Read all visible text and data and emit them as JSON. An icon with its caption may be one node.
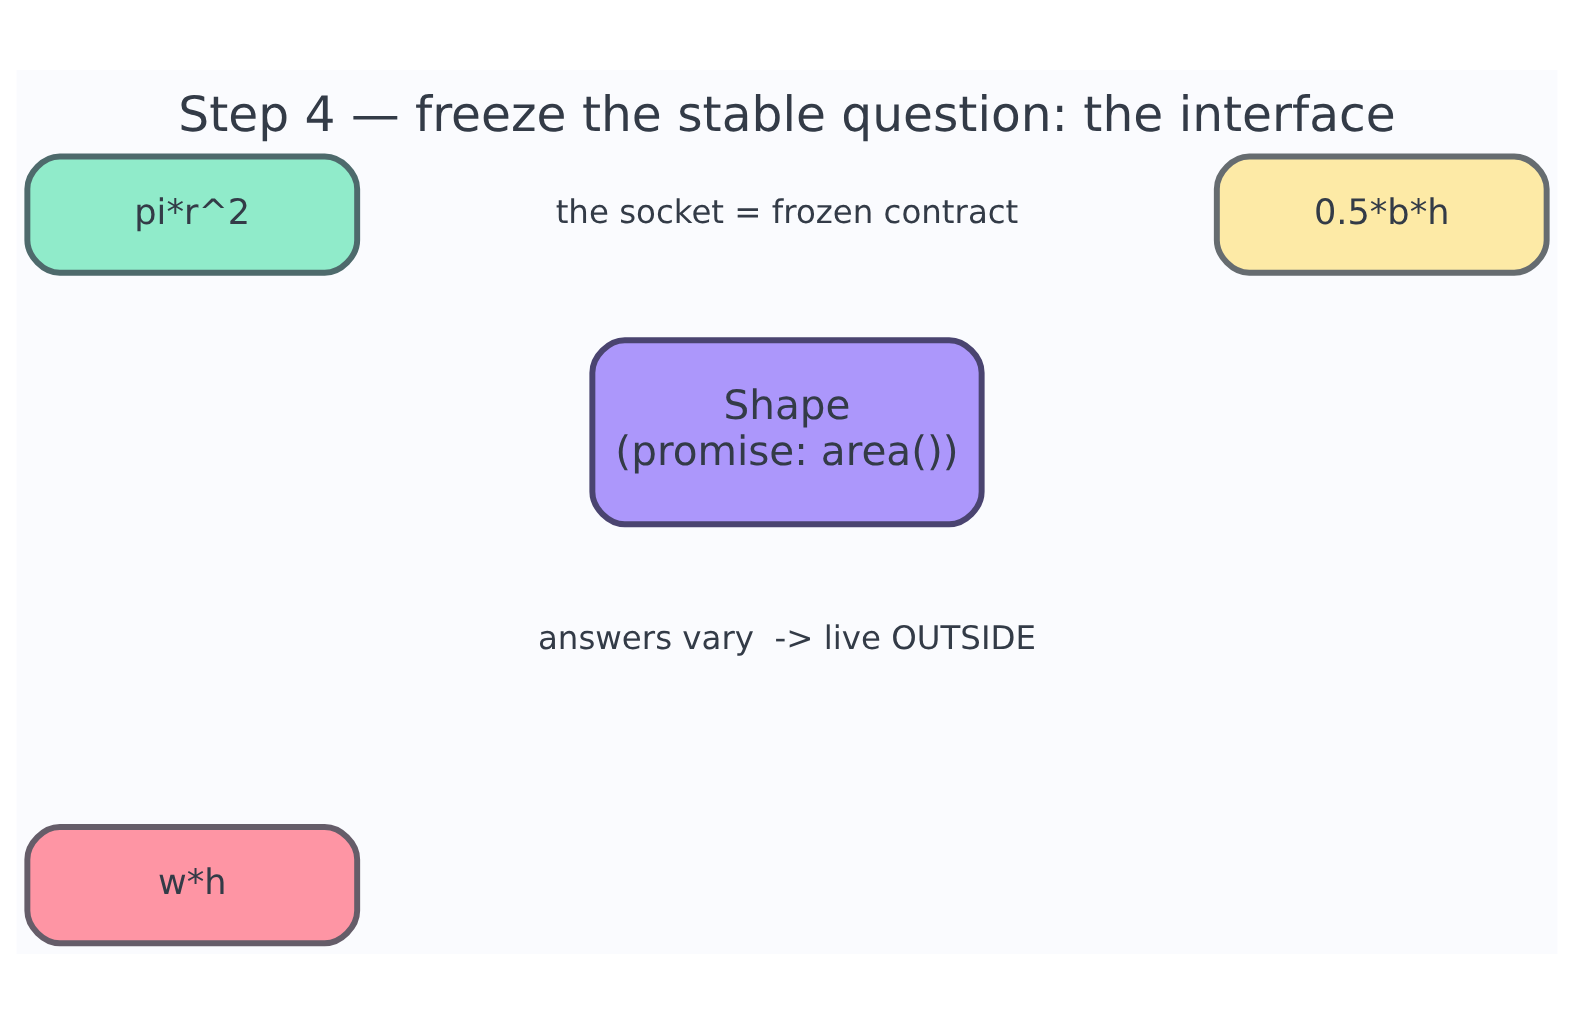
{
  "diagram": {
    "title": "Step 4 — freeze the stable question: the interface",
    "nodes": [
      {
        "text": [
          "pi*r^2"
        ]
      },
      {
        "text": [
          "0.5*b*h"
        ]
      },
      {
        "text": [
          "Shape",
          "(promise: area())"
        ]
      },
      {
        "text": [
          "w*h"
        ]
      }
    ],
    "edges": [],
    "labels": [
      "the socket = frozen contract",
      "answers vary  -> live OUTSIDE"
    ]
  }
}
